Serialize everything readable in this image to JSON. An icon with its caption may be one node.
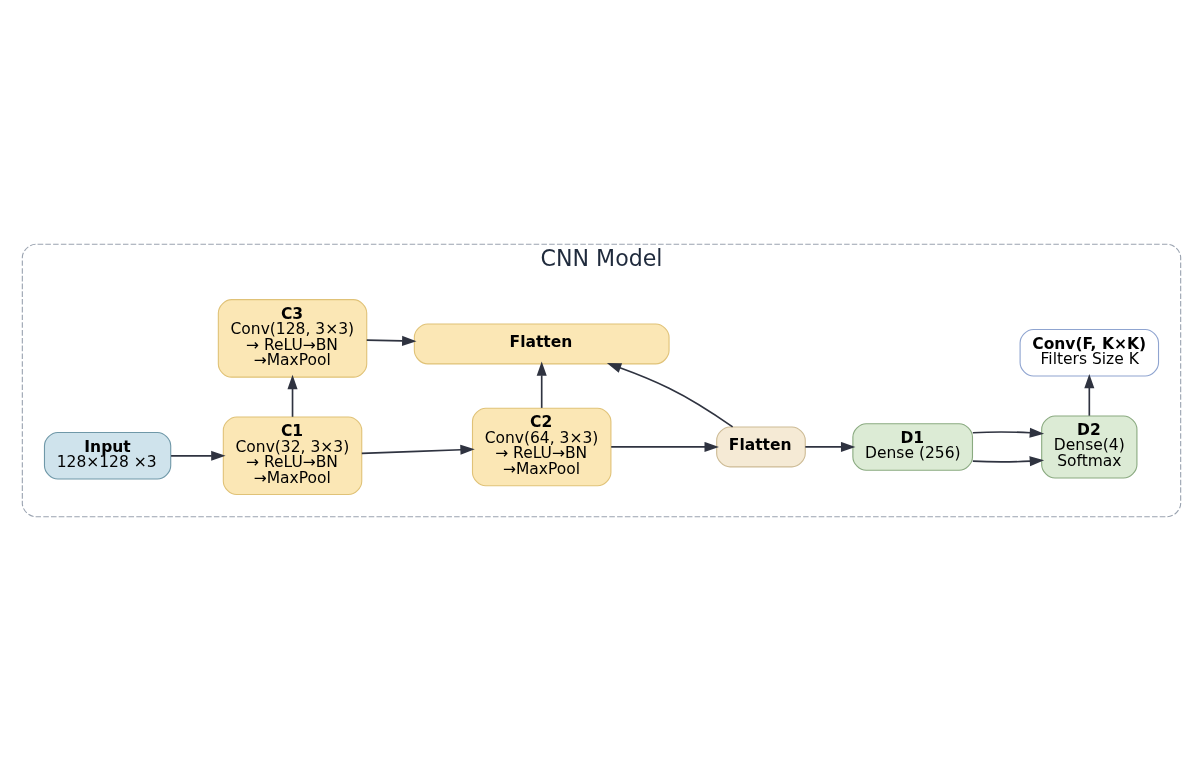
{
  "diagram": {
    "nodes": [
      {
        "text": [
          "CNN Model"
        ]
      },
      {
        "text": [
          "Input",
          "128×128 ×3"
        ],
        "in": 0
      },
      {
        "text": [
          "C1",
          "Conv(32, 3×3) → ReLU→BN →MaxPool"
        ],
        "in": 0
      },
      {
        "text": [
          "C2",
          "Conv(64, 3×3) → ReLU→BN →MaxPool"
        ],
        "in": 0
      },
      {
        "text": [
          "Flatten"
        ],
        "in": 0
      },
      {
        "text": [
          "D1",
          "Dense (256)"
        ],
        "in": 0
      },
      {
        "text": [
          "D2",
          "Dense(4) Softmax"
        ],
        "in": 0
      },
      {
        "text": [
          "C3",
          "Conv(128, 3×3) → ReLU→BN →MaxPool"
        ],
        "in": 0
      },
      {
        "text": [
          "Flatten"
        ],
        "in": 0
      },
      {
        "text": [
          "Conv(F, K×K)",
          "Filters Size K"
        ],
        "in": 0
      }
    ],
    "edges": [
      {
        "from": 1,
        "to": 2,
        "arrow": "to"
      },
      {
        "from": 2,
        "to": 3,
        "arrow": "to"
      },
      {
        "from": 3,
        "to": 4,
        "arrow": "to"
      },
      {
        "from": 4,
        "to": 5,
        "arrow": "to"
      },
      {
        "from": 5,
        "to": 6,
        "arrow": "to"
      },
      {
        "from": 5,
        "to": 6,
        "arrow": "to"
      },
      {
        "from": 2,
        "to": 7,
        "arrow": "to"
      },
      {
        "from": 3,
        "to": 8,
        "arrow": "to"
      },
      {
        "from": 4,
        "to": 8,
        "arrow": "to"
      },
      {
        "from": 7,
        "to": 8,
        "arrow": "to"
      },
      {
        "from": 6,
        "to": 9,
        "arrow": "to"
      }
    ]
  }
}
